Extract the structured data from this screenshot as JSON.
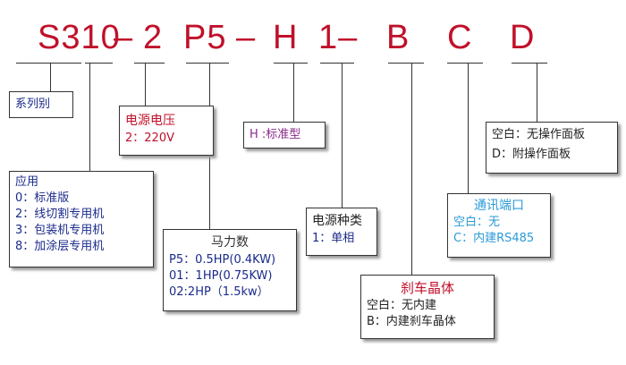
{
  "code": {
    "seg1": "S310",
    "dash1": "–",
    "seg2": "2",
    "seg3": "P5",
    "dash2": "–",
    "seg4": "H",
    "seg5": "1–",
    "seg6": "B",
    "seg7": "C",
    "seg8": "D"
  },
  "colors": {
    "code": "#c0102a",
    "series_text": "#1a2a8a",
    "voltage_title": "#c0102a",
    "voltage_value": "#c0102a",
    "h_text": "#8a2a8a",
    "comm_text": "#2a9ad8",
    "brake_title": "#c0102a"
  },
  "boxes": {
    "series": {
      "title": "系列别"
    },
    "application": {
      "title": "应用",
      "lines": [
        "0：标准版",
        "2：线切割专用机",
        "3：包装机专用机",
        "8：加涂层专用机"
      ]
    },
    "voltage": {
      "title": "电源电压",
      "lines": [
        "2：220V"
      ]
    },
    "horsepower": {
      "title": "马力数",
      "lines": [
        "P5：0.5HP(0.4KW)",
        "01：1HP(0.75KW)",
        "02:2HP（1.5kw）"
      ]
    },
    "h_type": {
      "title": "H :标准型"
    },
    "power_type": {
      "title": "电源种类",
      "lines": [
        "1：单相"
      ]
    },
    "brake": {
      "title": "刹车晶体",
      "lines": [
        "空白：无内建",
        "B：内建刹车晶体"
      ]
    },
    "comm": {
      "title": "通讯端口",
      "lines": [
        "空白：无",
        "C：内建RS485"
      ]
    },
    "panel": {
      "lines": [
        "空白：无操作面板",
        "D：附操作面板"
      ]
    }
  }
}
